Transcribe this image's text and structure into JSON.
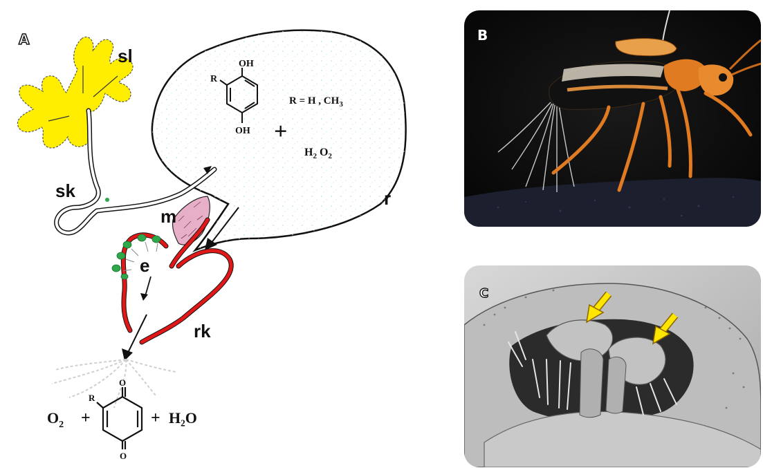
{
  "panels": {
    "a": {
      "letter": "A"
    },
    "b": {
      "letter": "B"
    },
    "c": {
      "letter": "C"
    }
  },
  "labels": {
    "sl": "sl",
    "sk": "sk",
    "m": "m",
    "r": "r",
    "e": "e",
    "rk": "rk"
  },
  "chemistry": {
    "hydroquinone_oh_top": "OH",
    "hydroquinone_oh_bottom": "OH",
    "hydroquinone_r": "R",
    "r_definition": "R = H , CH",
    "r_definition_sub": "3",
    "plus": "+",
    "peroxide_h": "H",
    "peroxide_h_sub": "2",
    "peroxide_o": "O",
    "peroxide_o_sub": "2",
    "product_o2": "O",
    "product_o2_sub": "2",
    "product_plus_1": "+",
    "quinone_r": "R",
    "quinone_o_top": "O",
    "quinone_o_bottom": "O",
    "product_plus_2": "+",
    "water": "H₂O"
  },
  "colors": {
    "gland_yellow": "#ffee00",
    "chamber_red": "#e01818",
    "enzyme_green": "#2ea84a",
    "muscle_pink": "#e8b0c8",
    "arrow_yellow": "#ffe600",
    "reservoir_tint": "#bfe3ee"
  }
}
